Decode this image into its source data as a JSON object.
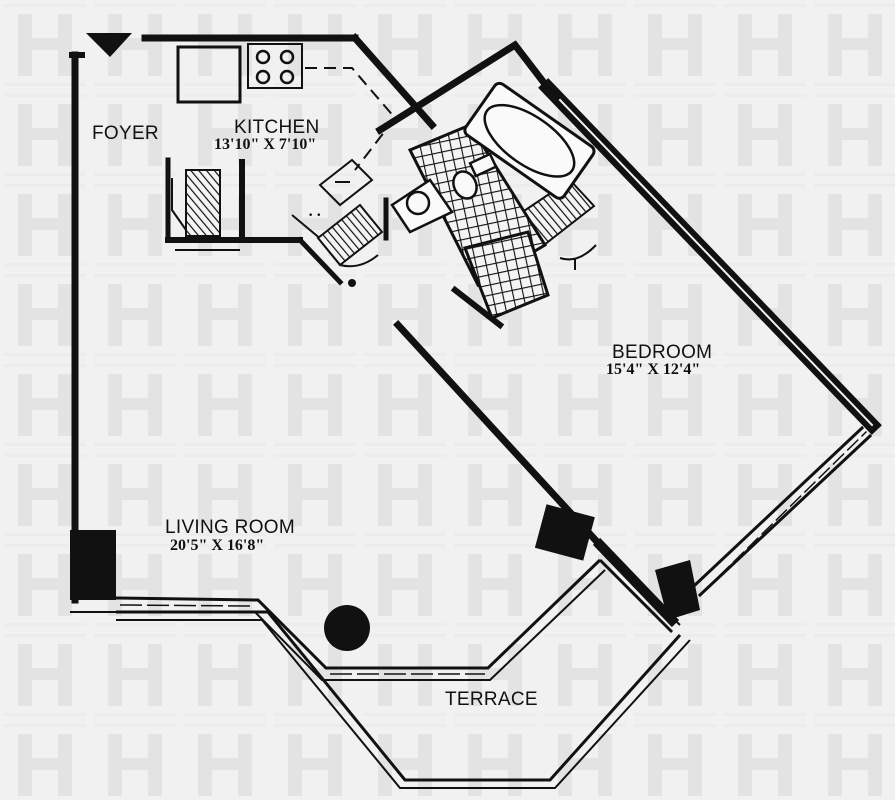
{
  "floorplan": {
    "rooms": [
      {
        "id": "foyer",
        "name": "FOYER"
      },
      {
        "id": "kitchen",
        "name": "KITCHEN",
        "dimensions": "13'10\" X 7'10\""
      },
      {
        "id": "bedroom",
        "name": "BEDROOM",
        "dimensions": "15'4\" X 12'4\""
      },
      {
        "id": "living-room",
        "name": "LIVING ROOM",
        "dimensions": "20'5\" X 16'8\""
      },
      {
        "id": "terrace",
        "name": "TERRACE"
      }
    ]
  },
  "colors": {
    "background": "#f1f1f1",
    "watermark": "#e4e4e4",
    "walls": "#111111",
    "tile_hatch": "#111111"
  },
  "watermark": {
    "logo_letter": "H"
  }
}
